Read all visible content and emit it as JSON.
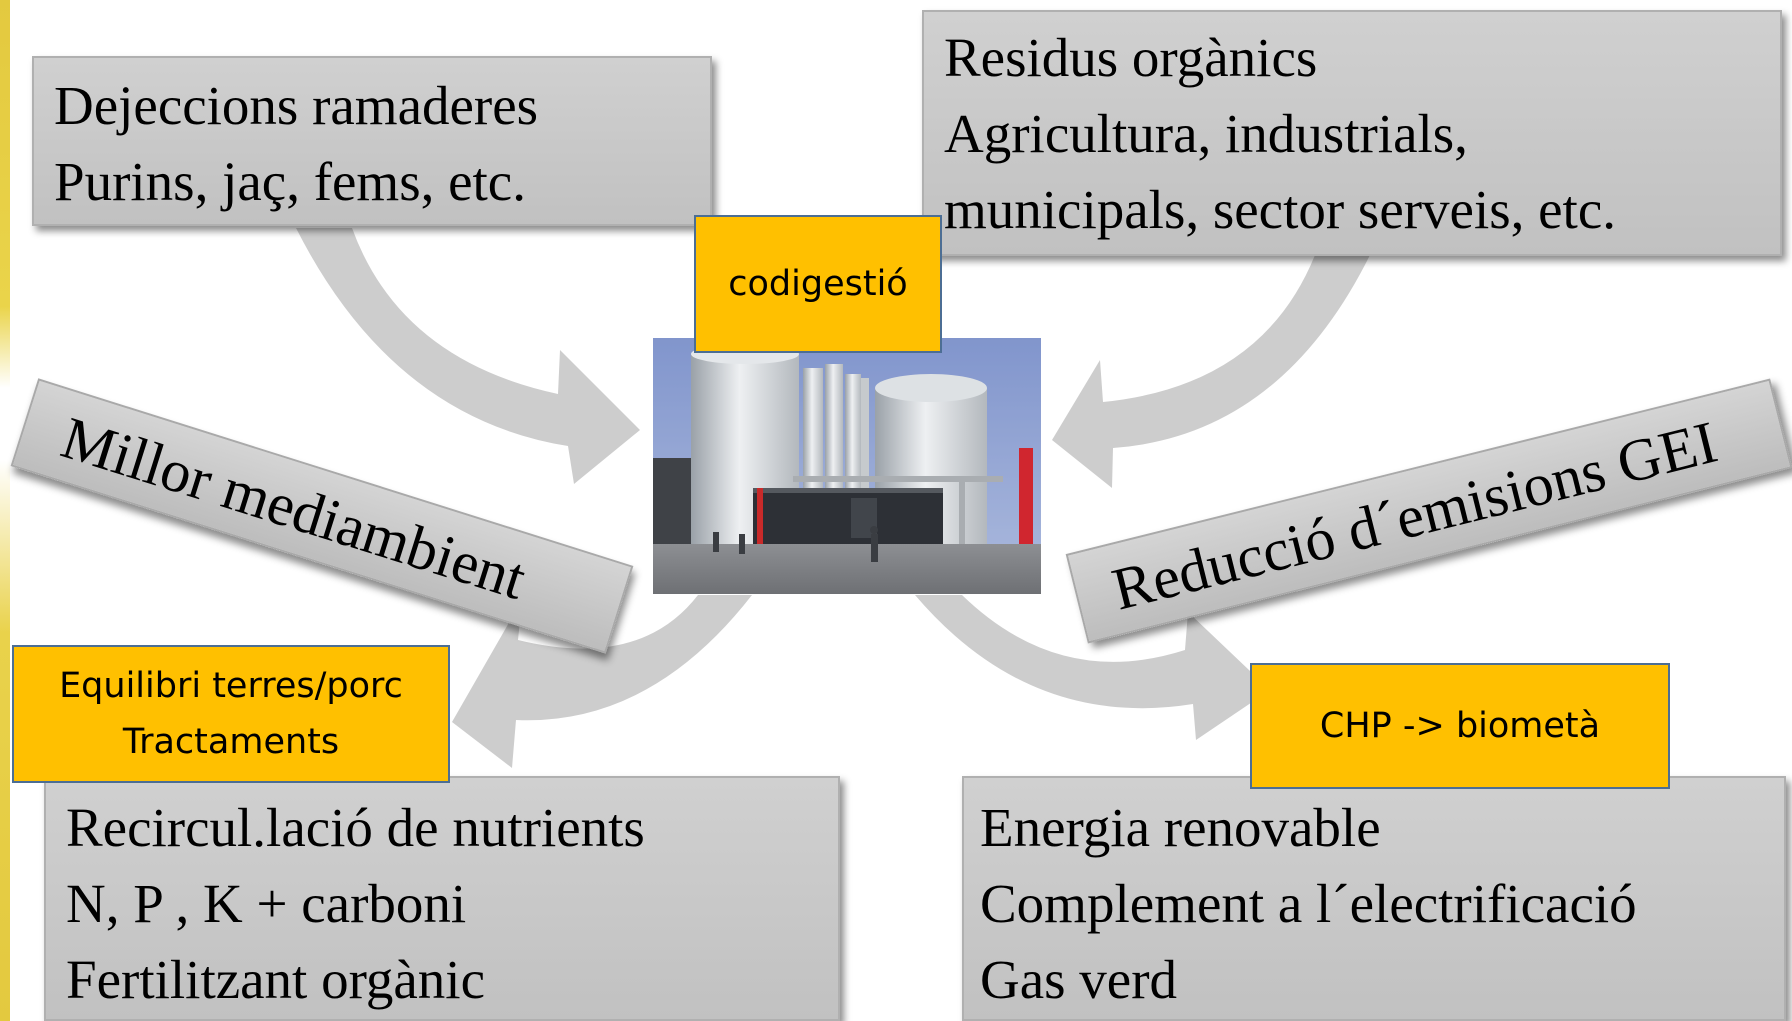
{
  "top_left_box": {
    "lines": [
      "Dejeccions ramaderes",
      "Purins, jaç, fems, etc."
    ]
  },
  "top_right_box": {
    "lines": [
      "Residus orgànics",
      "Agricultura, industrials,",
      "municipals, sector serveis, etc."
    ]
  },
  "center_label": "codigestió",
  "left_banner": "Millor mediambient",
  "right_banner": "Reducció d´emisions GEI",
  "bottom_left_tag": {
    "lines": [
      "Equilibri terres/porc",
      "Tractaments"
    ]
  },
  "bottom_right_tag": "CHP -> biometà",
  "bottom_left_box": {
    "lines": [
      "Recircul.lació de nutrients",
      "N, P , K + carboni",
      "Fertilitzant orgànic"
    ]
  },
  "bottom_right_box": {
    "lines": [
      "Energia renovable",
      "Complement a l´electrificació",
      "Gas verd"
    ]
  },
  "colors": {
    "accent_yellow": "#ffc000",
    "box_gray": "#c4c4c4",
    "arrow_gray": "#cdcdcd",
    "edge_yellow": "#e3c93f"
  }
}
